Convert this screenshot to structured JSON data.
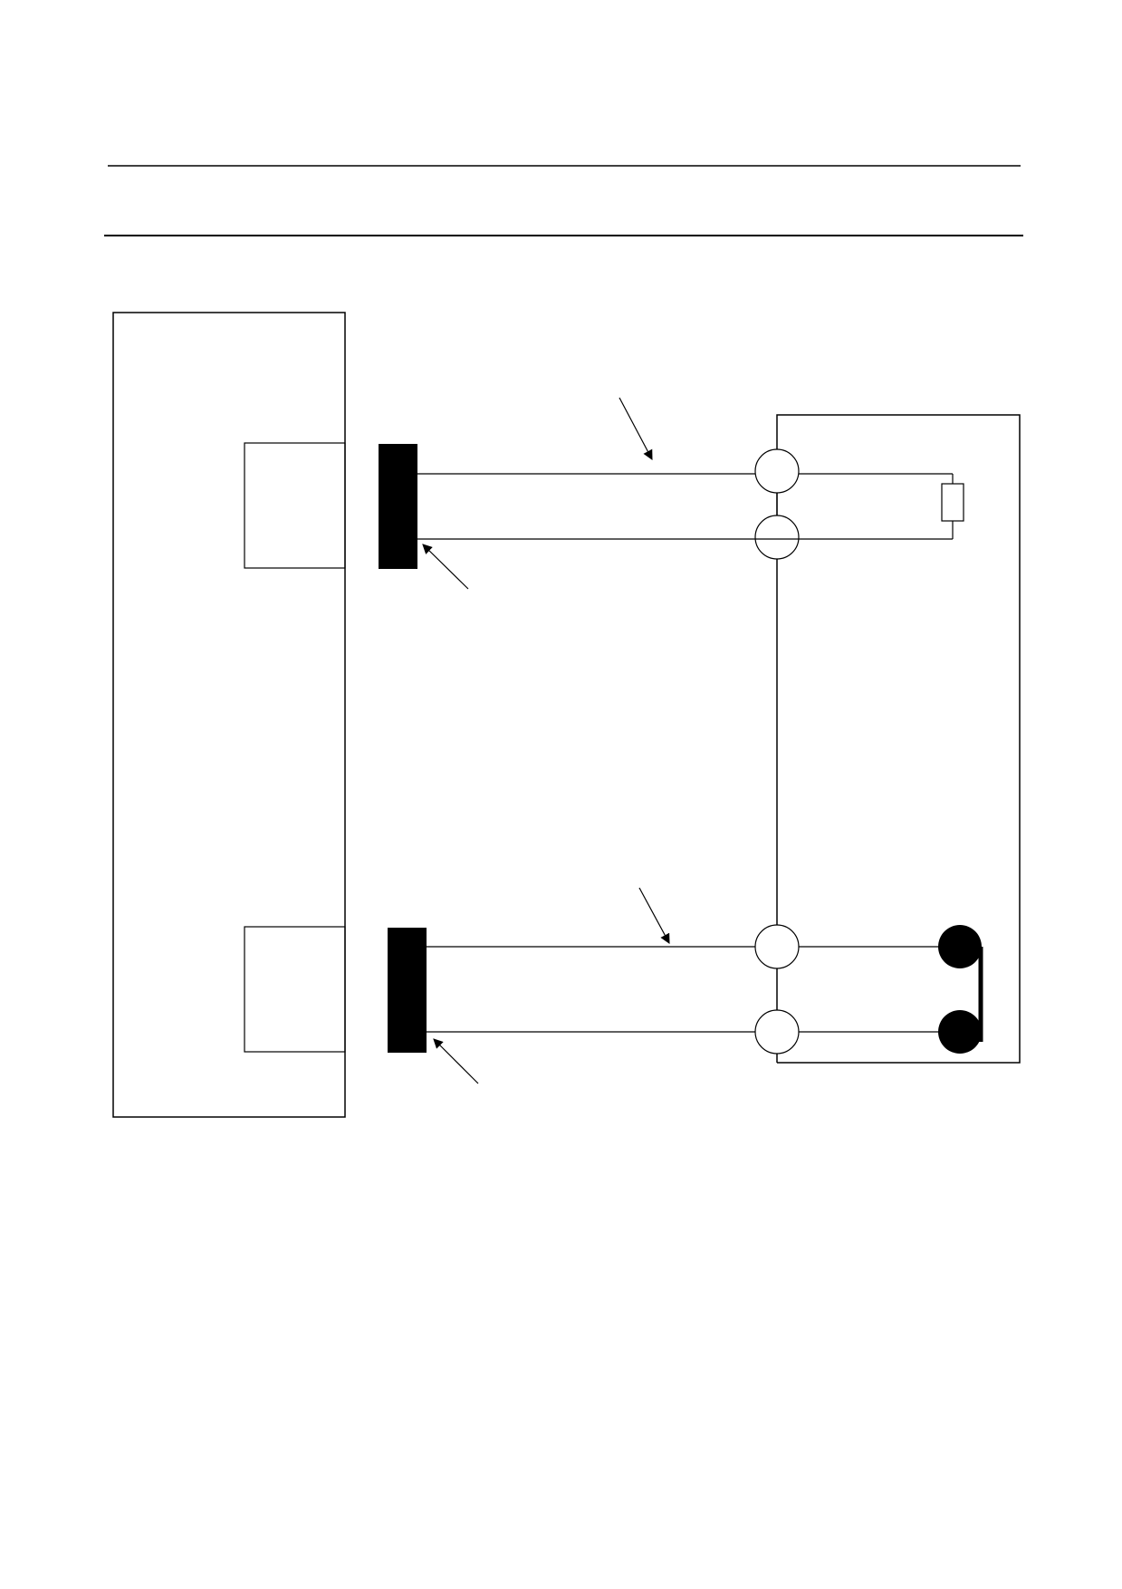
{
  "colors": {
    "background": "#ffffff",
    "stroke": "#000000",
    "connector_fill": "#000000",
    "terminal_fill": "#ffffff",
    "short_terminal_fill": "#000000"
  },
  "diagram": {
    "components": [
      "device-housing",
      "upper-port",
      "lower-port",
      "upper-plug",
      "lower-plug",
      "upper-cable",
      "lower-cable",
      "terminal-block",
      "terminals",
      "termination-resistor",
      "shorting-link",
      "leader-arrows"
    ]
  }
}
